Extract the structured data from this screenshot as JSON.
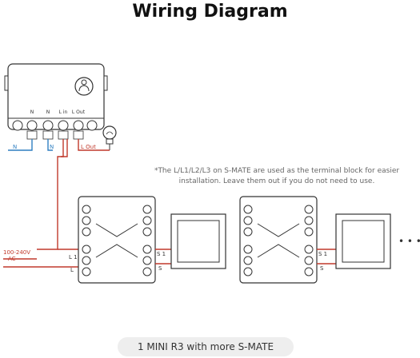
{
  "title": "Wiring Diagram",
  "note": "*The L/L1/L2/L3 on S-MATE are used as the terminal block for easier installation. Leave them out if you do not need to use.",
  "caption": "1 MINI R3 with more S-MATE",
  "mini": {
    "terminals": [
      "N",
      "N",
      "L in",
      "L Out"
    ],
    "wire_labels": {
      "n_left": "N",
      "n_right": "N",
      "l_out": "L Out"
    }
  },
  "mains": {
    "voltage": "100-240V",
    "type": "AC"
  },
  "smate_1": {
    "l1": "L 1",
    "l": "L",
    "s1": "S 1",
    "s": "S"
  },
  "smate_2": {
    "s1": "S 1",
    "s": "S"
  },
  "continuation": "• • •",
  "colors": {
    "red_wire": "#c0392b",
    "blue_wire": "#2f7fc1",
    "outline": "#333333",
    "caption_bg": "#eeeeee"
  }
}
